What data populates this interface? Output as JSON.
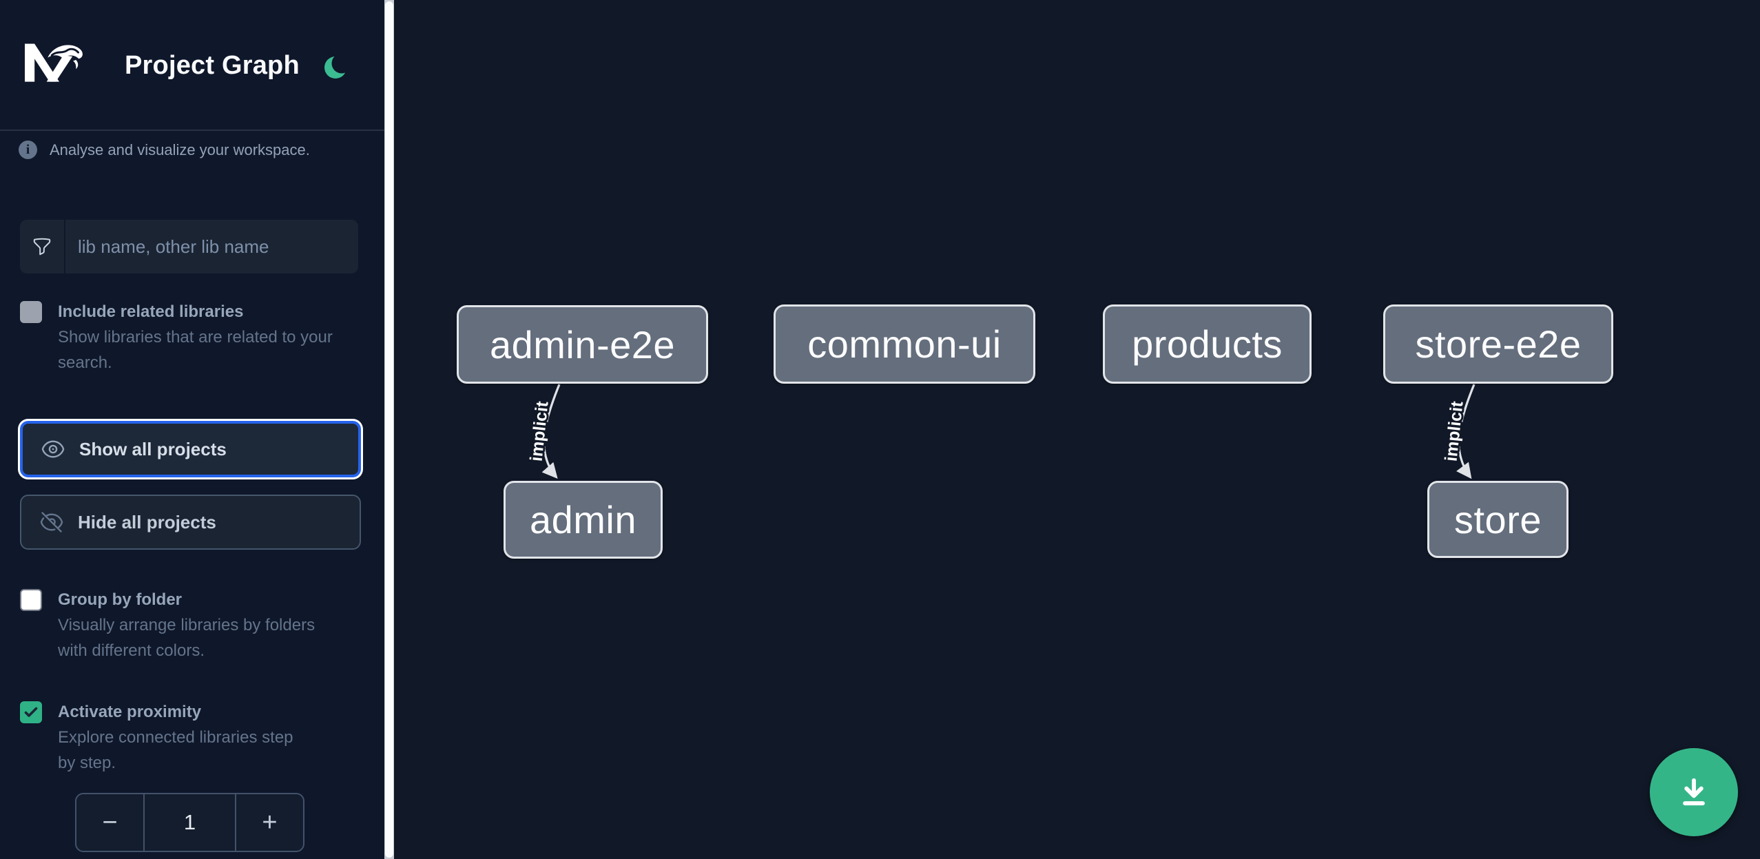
{
  "app": {
    "title": "Project Graph",
    "info_text": "Analyse and visualize your workspace."
  },
  "colors": {
    "sidebar_bg": "#0f172a",
    "canvas_bg": "#111827",
    "accent_green": "#34b588",
    "focus_blue": "#2563eb",
    "node_fill": "#646e7d",
    "node_border": "#e2e5e9",
    "edge_color": "#dfe2e6"
  },
  "icons": {
    "logo": "nx-logo",
    "theme": "moon-icon",
    "info": "info-circle-icon",
    "search": "funnel-icon",
    "show": "eye-icon",
    "hide": "eye-slash-icon",
    "download": "download-icon"
  },
  "sidebar": {
    "search": {
      "placeholder": "lib name, other lib name"
    },
    "options": [
      {
        "label": "Include related libraries",
        "description": "Show libraries that are related to your search.",
        "checked": false,
        "disabled": true
      },
      {
        "label": "Group by folder",
        "description": "Visually arrange libraries by folders with different colors.",
        "checked": false,
        "disabled": false
      },
      {
        "label": "Activate proximity",
        "description": "Explore connected libraries step by step.",
        "checked": true,
        "disabled": false
      }
    ],
    "buttons": [
      {
        "label": "Show all projects",
        "focused": true
      },
      {
        "label": "Hide all projects",
        "focused": false
      }
    ],
    "stepper": {
      "decrement": "−",
      "value": "1",
      "increment": "+"
    }
  },
  "graph": {
    "nodes": [
      {
        "label": "admin-e2e"
      },
      {
        "label": "common-ui"
      },
      {
        "label": "products"
      },
      {
        "label": "store-e2e"
      },
      {
        "label": "admin"
      },
      {
        "label": "store"
      }
    ],
    "edges": [
      {
        "source": "admin-e2e",
        "target": "admin",
        "label": "implicit"
      },
      {
        "source": "store-e2e",
        "target": "store",
        "label": "implicit"
      }
    ]
  }
}
